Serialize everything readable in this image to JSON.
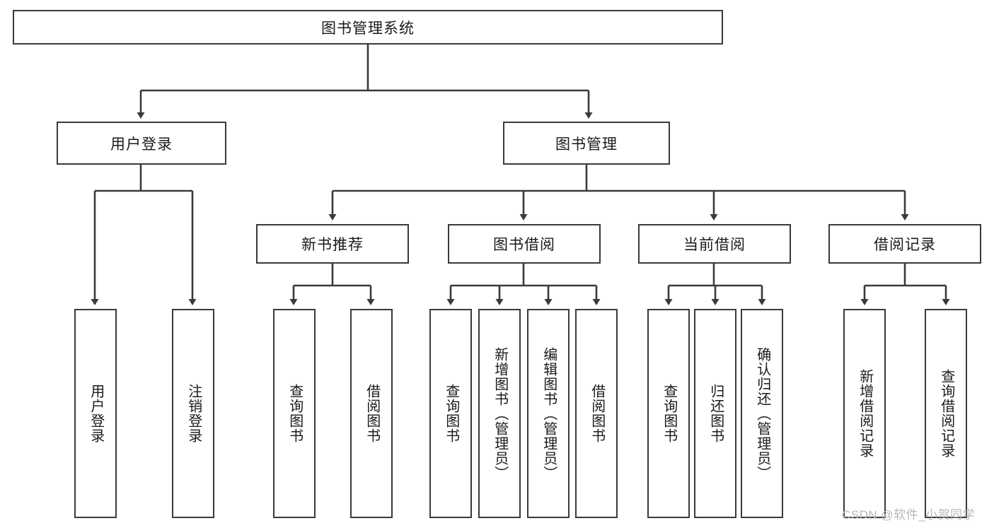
{
  "diagram": {
    "title": "图书管理系统",
    "type": "hierarchy-tree",
    "root": {
      "label": "图书管理系统"
    },
    "level2": [
      {
        "label": "用户登录"
      },
      {
        "label": "图书管理"
      }
    ],
    "level3": [
      {
        "label": "新书推荐"
      },
      {
        "label": "图书借阅"
      },
      {
        "label": "当前借阅"
      },
      {
        "label": "借阅记录"
      }
    ],
    "leaves": {
      "user_login": [
        {
          "label": "用户登录"
        },
        {
          "label": "注销登录"
        }
      ],
      "new_book_recommend": [
        {
          "label": "查询图书"
        },
        {
          "label": "借阅图书"
        }
      ],
      "book_borrow": [
        {
          "label": "查询图书"
        },
        {
          "label": "新增图书（管理员）"
        },
        {
          "label": "编辑图书（管理员）"
        },
        {
          "label": "借阅图书"
        }
      ],
      "current_borrow": [
        {
          "label": "查询图书"
        },
        {
          "label": "归还图书"
        },
        {
          "label": "确认归还（管理员）"
        }
      ],
      "borrow_record": [
        {
          "label": "新增借阅记录"
        },
        {
          "label": "查询借阅记录"
        }
      ]
    }
  },
  "watermark": {
    "text": "CSDN @软件_小贺同学"
  },
  "colors": {
    "stroke": "#3a3a3a",
    "text": "#1a1a1a",
    "background": "#ffffff",
    "watermark": "#b8b8b8"
  }
}
